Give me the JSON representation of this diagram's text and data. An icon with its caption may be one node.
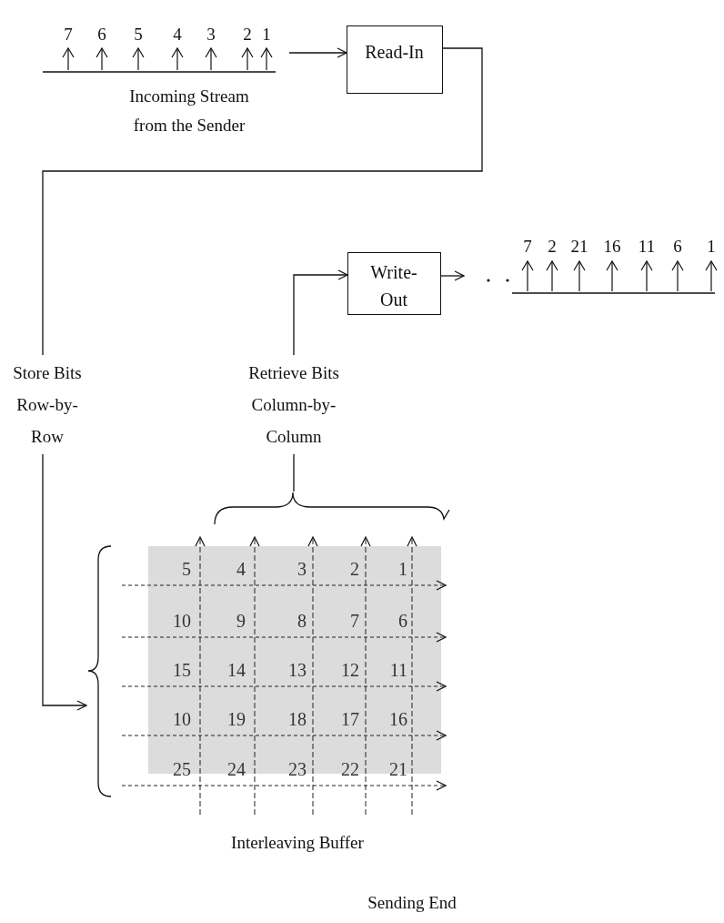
{
  "diagram": {
    "nodes": [
      {
        "text": [
          "7",
          "6",
          "5",
          "4",
          "3",
          "2",
          "1"
        ],
        "beside": [
          "Incoming Stream from the Sender"
        ]
      },
      {
        "text": [
          "Read-In"
        ]
      },
      {
        "text": [
          "Write-Out"
        ]
      },
      {
        "text": [
          "7",
          "2",
          "21",
          "16",
          "11",
          "6",
          "1"
        ]
      },
      {
        "text": [
          "5",
          "4",
          "3",
          "2",
          "1",
          "10",
          "9",
          "8",
          "7",
          "6",
          "15",
          "14",
          "13",
          "12",
          "11",
          "10",
          "19",
          "18",
          "17",
          "16",
          "25",
          "24",
          "23",
          "22",
          "21"
        ],
        "beside": [
          "Interleaving Buffer"
        ]
      }
    ],
    "edges": [
      {
        "from": 0,
        "to": 1,
        "arrow": "to"
      },
      {
        "from": 1,
        "to": 4,
        "arrow": "to",
        "label": "Store Bits Row-by-Row"
      },
      {
        "from": 4,
        "to": 2,
        "arrow": "to",
        "label": "Retrieve Bits Column-by-Column"
      },
      {
        "from": 2,
        "to": 3,
        "arrow": "to"
      }
    ],
    "labels": [
      "Sending End"
    ]
  }
}
